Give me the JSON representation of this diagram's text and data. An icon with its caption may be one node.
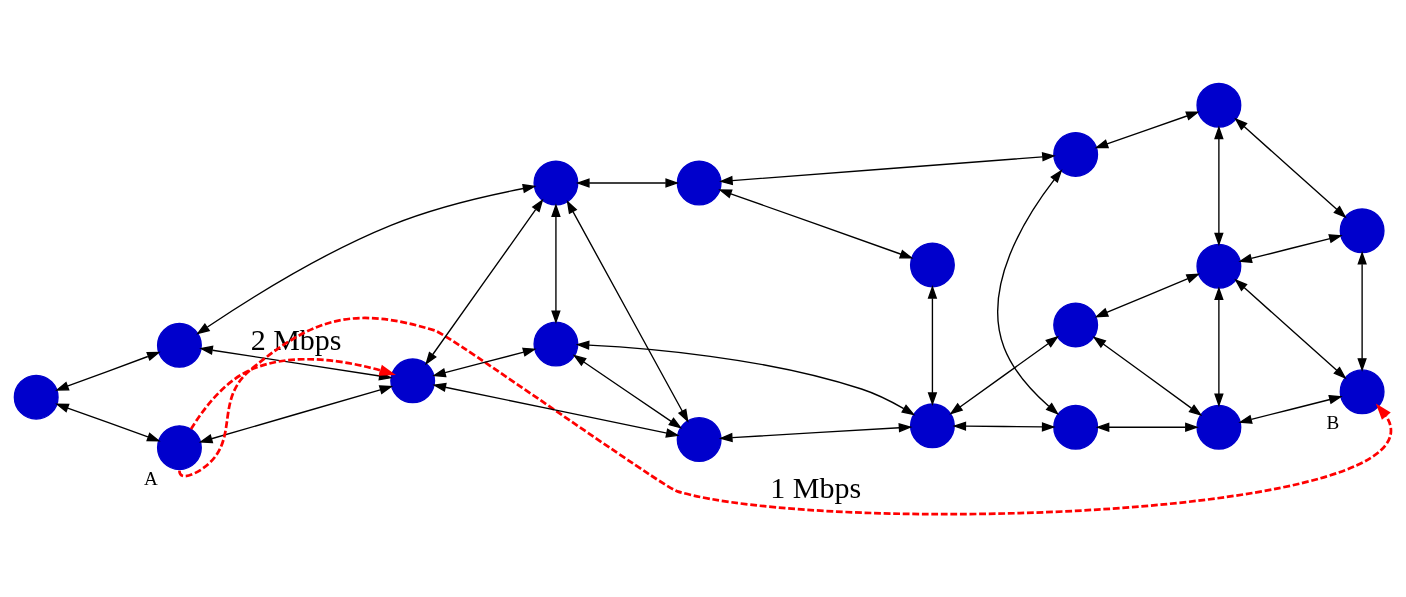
{
  "diagram": {
    "nodes": [
      {
        "text": [],
        "shape": "circle"
      },
      {
        "text": [],
        "shape": "circle"
      },
      {
        "text": [],
        "shape": "circle",
        "beside": [
          "A"
        ]
      },
      {
        "text": [],
        "shape": "circle"
      },
      {
        "text": [],
        "shape": "circle"
      },
      {
        "text": [],
        "shape": "circle"
      },
      {
        "text": [],
        "shape": "circle"
      },
      {
        "text": [],
        "shape": "circle"
      },
      {
        "text": [],
        "shape": "circle"
      },
      {
        "text": [],
        "shape": "circle"
      },
      {
        "text": [],
        "shape": "circle"
      },
      {
        "text": [],
        "shape": "circle"
      },
      {
        "text": [],
        "shape": "circle"
      },
      {
        "text": [],
        "shape": "circle"
      },
      {
        "text": [],
        "shape": "circle",
        "beside": [
          "B"
        ]
      },
      {
        "text": [],
        "shape": "circle"
      },
      {
        "text": [],
        "shape": "circle"
      },
      {
        "text": [],
        "shape": "circle"
      }
    ],
    "edges": [
      {
        "from": 0,
        "to": 4,
        "arrow": "both"
      },
      {
        "from": 0,
        "to": 1,
        "arrow": "both"
      },
      {
        "from": 1,
        "to": 2,
        "arrow": "both"
      },
      {
        "from": 2,
        "to": 3,
        "arrow": "both"
      },
      {
        "from": 0,
        "to": 3,
        "arrow": "both"
      },
      {
        "from": 3,
        "to": 4,
        "arrow": "both"
      },
      {
        "from": 3,
        "to": 6,
        "arrow": "both"
      },
      {
        "from": 3,
        "to": 5,
        "arrow": "both"
      },
      {
        "from": 4,
        "to": 5,
        "arrow": "both"
      },
      {
        "from": 4,
        "to": 6,
        "arrow": "both"
      },
      {
        "from": 4,
        "to": 7,
        "arrow": "both"
      },
      {
        "from": 5,
        "to": 6,
        "arrow": "both"
      },
      {
        "from": 5,
        "to": 9,
        "arrow": "both"
      },
      {
        "from": 6,
        "to": 9,
        "arrow": "both"
      },
      {
        "from": 7,
        "to": 8,
        "arrow": "both"
      },
      {
        "from": 8,
        "to": 9,
        "arrow": "both"
      },
      {
        "from": 7,
        "to": 10,
        "arrow": "both"
      },
      {
        "from": 10,
        "to": 11,
        "arrow": "both"
      },
      {
        "from": 10,
        "to": 17,
        "arrow": "both"
      },
      {
        "from": 9,
        "to": 15,
        "arrow": "both"
      },
      {
        "from": 9,
        "to": 17,
        "arrow": "both"
      },
      {
        "from": 11,
        "to": 12,
        "arrow": "both"
      },
      {
        "from": 11,
        "to": 13,
        "arrow": "both"
      },
      {
        "from": 12,
        "to": 13,
        "arrow": "both"
      },
      {
        "from": 12,
        "to": 14,
        "arrow": "both"
      },
      {
        "from": 13,
        "to": 15,
        "arrow": "both"
      },
      {
        "from": 13,
        "to": 14,
        "arrow": "both"
      },
      {
        "from": 13,
        "to": 16,
        "arrow": "both"
      },
      {
        "from": 15,
        "to": 16,
        "arrow": "both"
      },
      {
        "from": 14,
        "to": 16,
        "arrow": "both"
      },
      {
        "from": 16,
        "to": 17,
        "arrow": "both"
      },
      {
        "from": 2,
        "to": 3,
        "arrow": "to",
        "label": "2 Mbps",
        "style": "dashed",
        "color": "#ff0000"
      },
      {
        "from": 2,
        "to": 14,
        "arrow": "to",
        "label": "1 Mbps",
        "style": "dashed",
        "color": "#ff0000"
      }
    ]
  }
}
